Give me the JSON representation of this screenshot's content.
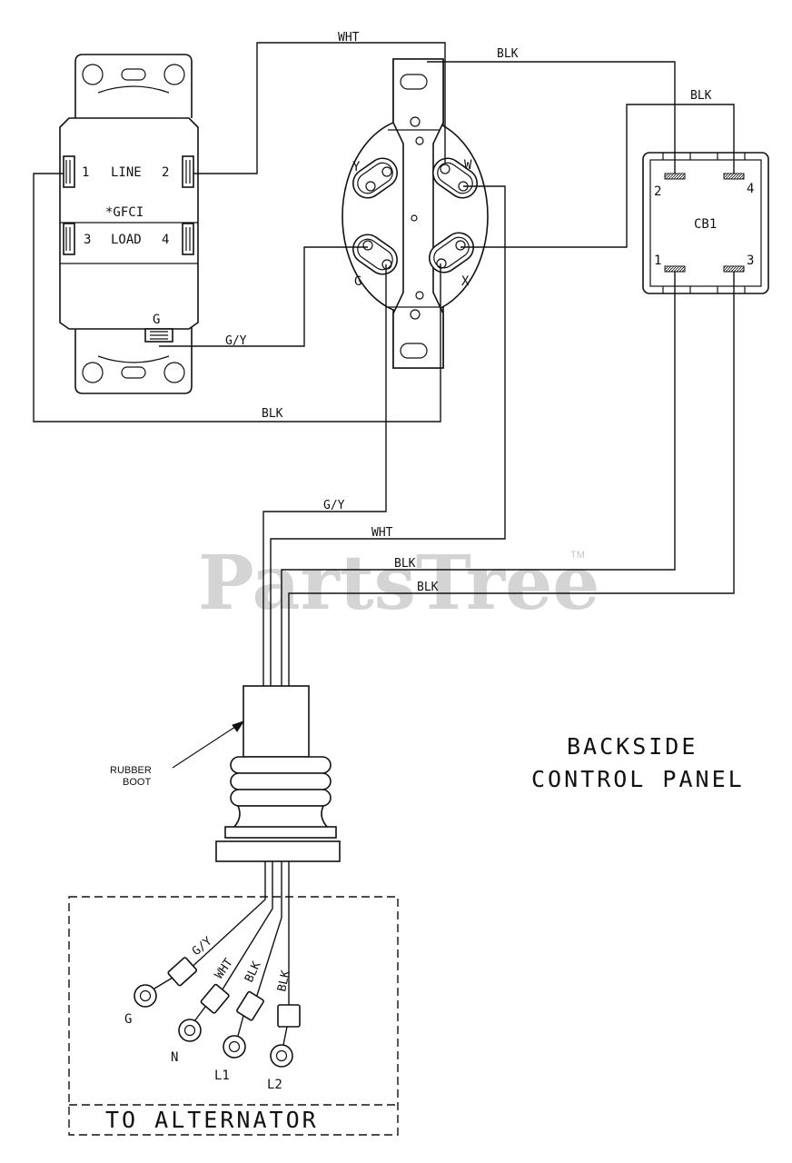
{
  "watermark": {
    "text": "PartsTree",
    "tm": "TM"
  },
  "gfci": {
    "star_label": "*GFCI",
    "line_label": "LINE",
    "load_label": "LOAD",
    "t1": "1",
    "t2": "2",
    "t3": "3",
    "t4": "4",
    "ground": "G"
  },
  "receptacle": {
    "y": "Y",
    "w": "W",
    "g": "G",
    "x": "X"
  },
  "breaker": {
    "name": "CB1",
    "t1": "1",
    "t2": "2",
    "t3": "3",
    "t4": "4"
  },
  "wires": {
    "wht_top": "WHT",
    "blk_top": "BLK",
    "blk_cb": "BLK",
    "gy_gfci": "G/Y",
    "blk_bottom": "BLK",
    "gy_harness": "G/Y",
    "wht_harness": "WHT",
    "blk_harness_1": "BLK",
    "blk_harness_2": "BLK"
  },
  "boot": {
    "line1": "RUBBER",
    "line2": "BOOT"
  },
  "title": {
    "line1": "BACKSIDE",
    "line2": "CONTROL PANEL"
  },
  "alternator": {
    "box_label": "TO ALTERNATOR",
    "leads": [
      {
        "wire": "G/Y",
        "terminal": "G"
      },
      {
        "wire": "WHT",
        "terminal": "N"
      },
      {
        "wire": "BLK",
        "terminal": "L1"
      },
      {
        "wire": "BLK",
        "terminal": "L2"
      }
    ]
  }
}
